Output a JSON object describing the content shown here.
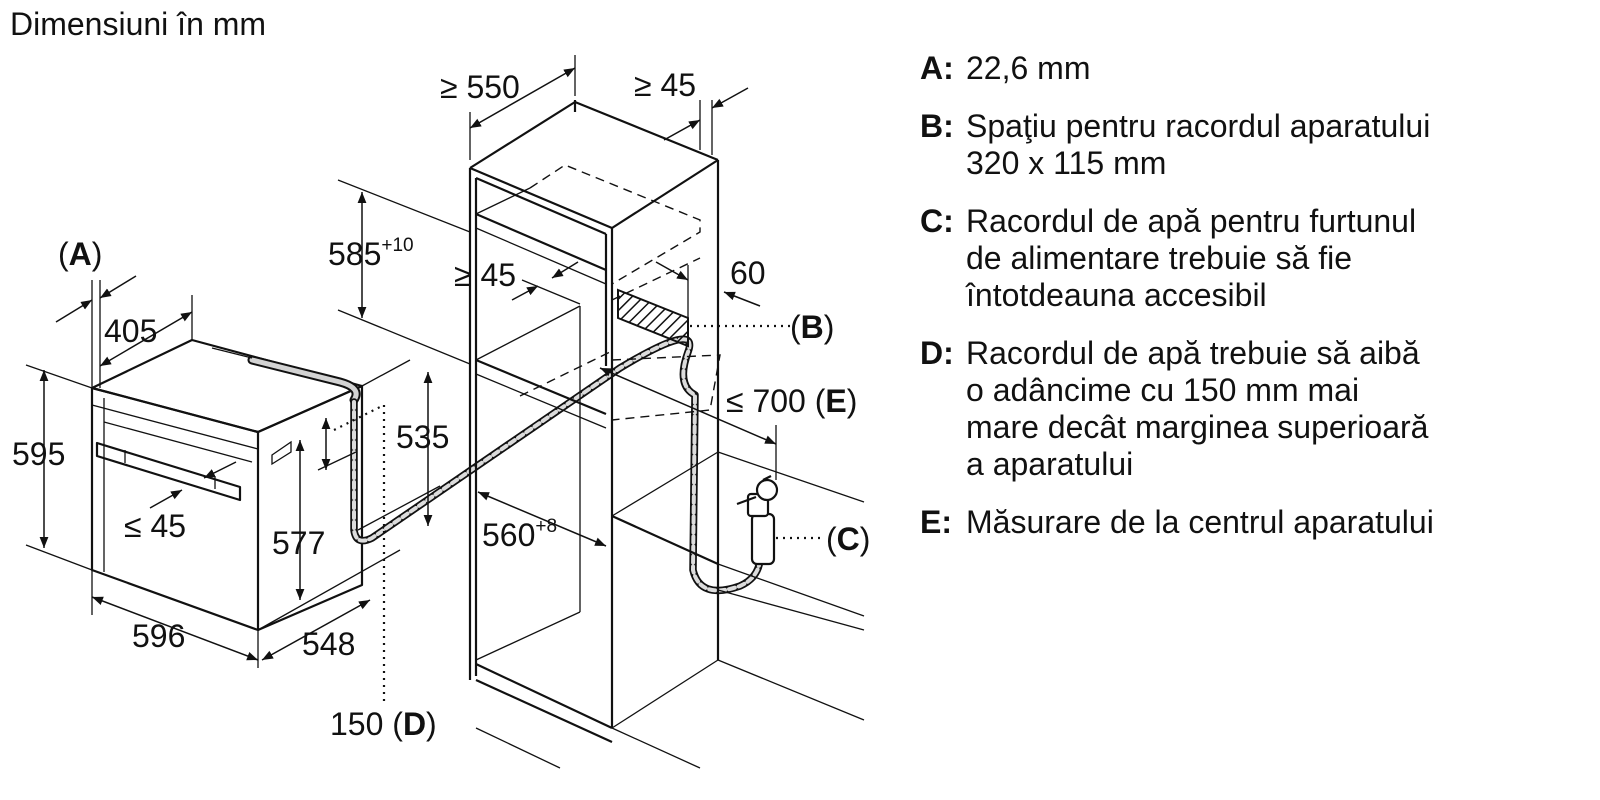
{
  "title": "Dimensiuni în mm",
  "dimensions": {
    "a_label_open": "(",
    "a_label_letter": "A",
    "a_label_close": ")",
    "oven_depth_top": "405",
    "oven_height": "595",
    "oven_width": "596",
    "handle_depth": "≤ 45",
    "oven_body_height": "577",
    "oven_depth": "548",
    "connection_height": "535",
    "d_value": "150 (",
    "d_letter": "D",
    "d_close": ")",
    "cabinet_depth": "≥ 550",
    "rear_gap": "≥ 45",
    "niche_height": "585",
    "niche_height_tol": "+10",
    "shelf_gap": "≥ 45",
    "cutout_60": "60",
    "b_open": "(",
    "b_letter": "B",
    "b_close": ")",
    "e_value": "≤ 700 (",
    "e_letter": "E",
    "e_close": ")",
    "niche_width": "560",
    "niche_width_tol": "+8",
    "c_open": "(",
    "c_letter": "C",
    "c_close": ")"
  },
  "legend": [
    {
      "key": "A:",
      "text": "22,6 mm"
    },
    {
      "key": "B:",
      "text": "Spaţiu pentru racordul aparatului\n320 x 115 mm"
    },
    {
      "key": "C:",
      "text": "Racordul de apă pentru furtunul\nde alimentare trebuie să fie\nîntotdeauna accesibil"
    },
    {
      "key": "D:",
      "text": "Racordul de apă trebuie să aibă\no adâncime cu 150 mm mai\nmare decât marginea superioară\na aparatului"
    },
    {
      "key": "E:",
      "text": "Măsurare de la centrul aparatului"
    }
  ]
}
